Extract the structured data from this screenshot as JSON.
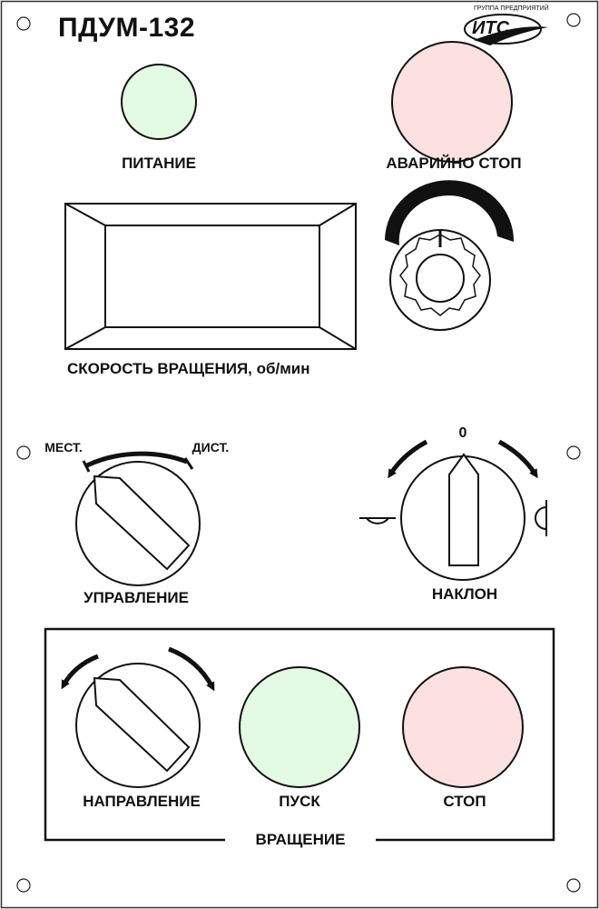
{
  "panel": {
    "title": "ПДУМ-132",
    "brand": {
      "name": "ИТС",
      "tagline": "ГРУППА ПРЕДПРИЯТИЙ"
    },
    "indicators": {
      "power_label": "ПИТАНИЕ",
      "emergency_label": "АВАРИЙНО СТОП"
    },
    "speed": {
      "label": "СКОРОСТЬ ВРАЩЕНИЯ, об/мин"
    },
    "control": {
      "label": "УПРАВЛЕНИЕ",
      "local": "МЕСТ.",
      "remote": "ДИСТ."
    },
    "tilt": {
      "label": "НАКЛОН",
      "zero": "0"
    },
    "rotation": {
      "group_label": "ВРАЩЕНИЕ",
      "direction_label": "НАПРАВЛЕНИЕ",
      "start_label": "ПУСК",
      "stop_label": "СТОП"
    }
  },
  "colors": {
    "green_lamp": "#e2fbe2",
    "red_lamp": "#fde0e0",
    "outline": "#111111",
    "background": "#ffffff"
  }
}
